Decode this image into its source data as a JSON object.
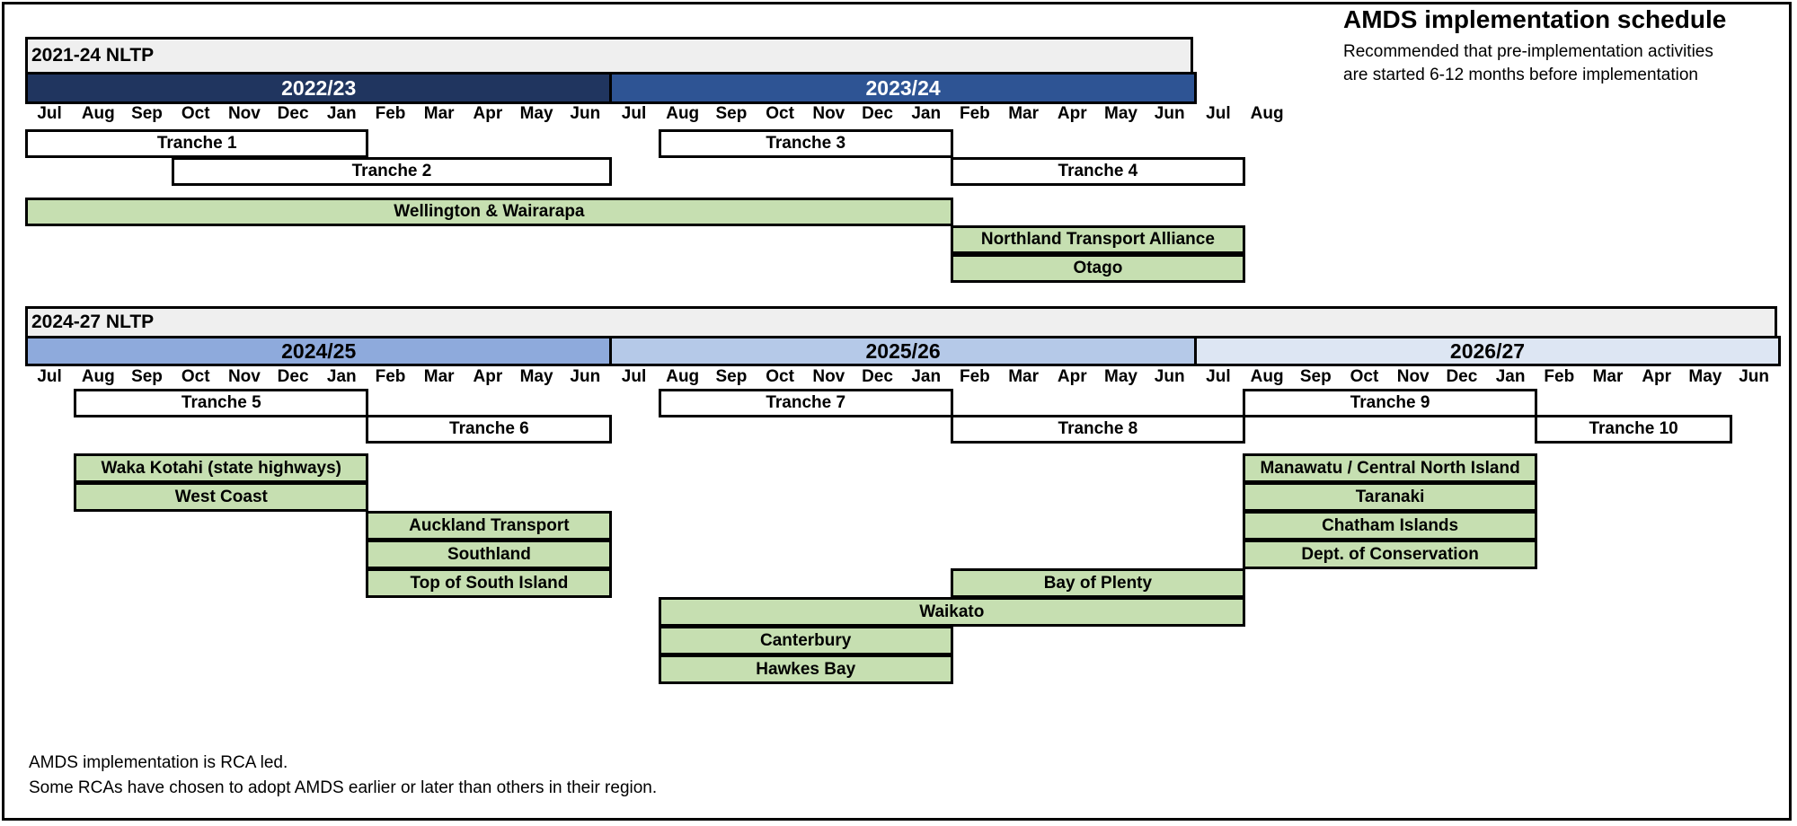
{
  "title": "AMDS implementation schedule",
  "subtitle_lines": [
    "Recommended that pre-implementation activities",
    "are started 6-12 months before implementation"
  ],
  "colors": {
    "fy_2022_23": "#20355f",
    "fy_2023_24": "#2e5494",
    "fy_2024_25": "#8eaadc",
    "fy_2025_26": "#b5c9e8",
    "fy_2026_27": "#dde6f3",
    "region_fill": "#c6dfb1",
    "nltp_header_fill": "#efefef"
  },
  "section1": {
    "nltp_label": "2021-24 NLTP",
    "financial_years": [
      {
        "label": "2022/23",
        "color": "#20355f",
        "text_color": "#ffffff"
      },
      {
        "label": "2023/24",
        "color": "#2e5494",
        "text_color": "#ffffff"
      }
    ],
    "months": [
      "Jul",
      "Aug",
      "Sep",
      "Oct",
      "Nov",
      "Dec",
      "Jan",
      "Feb",
      "Mar",
      "Apr",
      "May",
      "Jun",
      "Jul",
      "Aug",
      "Sep",
      "Oct",
      "Nov",
      "Dec",
      "Jan",
      "Feb",
      "Mar",
      "Apr",
      "May",
      "Jun",
      "Jul",
      "Aug"
    ],
    "tranches": [
      {
        "label": "Tranche 1",
        "start": "Jul 2022",
        "end": "Feb 2023"
      },
      {
        "label": "Tranche 2",
        "start": "Oct 2022",
        "end": "Jul 2023"
      },
      {
        "label": "Tranche 3",
        "start": "Aug 2023",
        "end": "Feb 2024"
      },
      {
        "label": "Tranche 4",
        "start": "Feb 2024",
        "end": "Aug 2024"
      }
    ],
    "regions": [
      {
        "label": "Wellington & Wairarapa",
        "start": "Jul 2022",
        "end": "Feb 2024"
      },
      {
        "label": "Northland Transport Alliance",
        "start": "Feb 2024",
        "end": "Aug 2024"
      },
      {
        "label": "Otago",
        "start": "Feb 2024",
        "end": "Aug 2024"
      }
    ]
  },
  "section2": {
    "nltp_label": "2024-27 NLTP",
    "financial_years": [
      {
        "label": "2024/25",
        "color": "#8eaadc",
        "text_color": "#000000"
      },
      {
        "label": "2025/26",
        "color": "#b5c9e8",
        "text_color": "#000000"
      },
      {
        "label": "2026/27",
        "color": "#dde6f3",
        "text_color": "#000000"
      }
    ],
    "months": [
      "Jul",
      "Aug",
      "Sep",
      "Oct",
      "Nov",
      "Dec",
      "Jan",
      "Feb",
      "Mar",
      "Apr",
      "May",
      "Jun",
      "Jul",
      "Aug",
      "Sep",
      "Oct",
      "Nov",
      "Dec",
      "Jan",
      "Feb",
      "Mar",
      "Apr",
      "May",
      "Jun",
      "Jul",
      "Aug",
      "Sep",
      "Oct",
      "Nov",
      "Dec",
      "Jan",
      "Feb",
      "Mar",
      "Apr",
      "May",
      "Jun"
    ],
    "tranches": [
      {
        "label": "Tranche 5",
        "start": "Aug 2024",
        "end": "Feb 2025"
      },
      {
        "label": "Tranche 6",
        "start": "Feb 2025",
        "end": "Jul 2025"
      },
      {
        "label": "Tranche 7",
        "start": "Aug 2025",
        "end": "Feb 2026"
      },
      {
        "label": "Tranche 8",
        "start": "Feb 2026",
        "end": "Aug 2026"
      },
      {
        "label": "Tranche 9",
        "start": "Aug 2026",
        "end": "Feb 2027"
      },
      {
        "label": "Tranche 10",
        "start": "Feb 2027",
        "end": "Jun 2027"
      }
    ],
    "regions": [
      {
        "label": "Waka Kotahi (state highways)",
        "start": "Aug 2024",
        "end": "Feb 2025"
      },
      {
        "label": "West Coast",
        "start": "Aug 2024",
        "end": "Feb 2025"
      },
      {
        "label": "Auckland Transport",
        "start": "Feb 2025",
        "end": "Jul 2025"
      },
      {
        "label": "Southland",
        "start": "Feb 2025",
        "end": "Jul 2025"
      },
      {
        "label": "Top of South Island",
        "start": "Feb 2025",
        "end": "Jul 2025"
      },
      {
        "label": "Bay of Plenty",
        "start": "Feb 2026",
        "end": "Aug 2026"
      },
      {
        "label": "Waikato",
        "start": "Aug 2025",
        "end": "Aug 2026"
      },
      {
        "label": "Canterbury",
        "start": "Aug 2025",
        "end": "Feb 2026"
      },
      {
        "label": "Hawkes Bay",
        "start": "Aug 2025",
        "end": "Feb 2026"
      },
      {
        "label": "Manawatu / Central North Island",
        "start": "Aug 2026",
        "end": "Feb 2027"
      },
      {
        "label": "Taranaki",
        "start": "Aug 2026",
        "end": "Feb 2027"
      },
      {
        "label": "Chatham Islands",
        "start": "Aug 2026",
        "end": "Feb 2027"
      },
      {
        "label": "Dept. of Conservation",
        "start": "Aug 2026",
        "end": "Feb 2027"
      }
    ]
  },
  "footer_lines": [
    "AMDS implementation is RCA led.",
    "Some RCAs have chosen to adopt AMDS earlier or later than others in their region."
  ]
}
